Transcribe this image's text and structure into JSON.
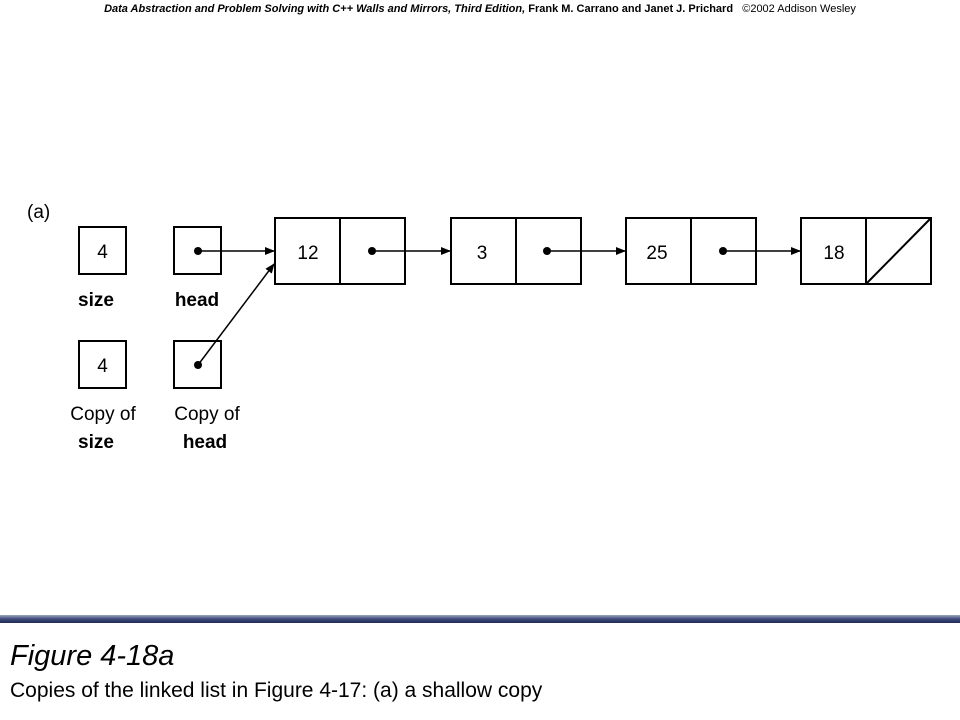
{
  "header": {
    "book_title": "Data Abstraction  and Problem Solving with C++ Walls and Mirrors, Third Edition,",
    "authors": "Frank M. Carrano  and Janet J. Prichard",
    "copyright": "©2002  Addison Wesley"
  },
  "diagram": {
    "part_label": "(a)",
    "size_value": "4",
    "size_label": "size",
    "head_label": "head",
    "copy_size_value": "4",
    "copy_size_label_line1": "Copy of",
    "copy_size_label_line2": "size",
    "copy_head_label_line1": "Copy of",
    "copy_head_label_line2": "head",
    "nodes": [
      "12",
      "3",
      "25",
      "18"
    ]
  },
  "figure": {
    "title": "Figure 4-18a",
    "caption": "Copies of the linked list in Figure 4-17: (a) a shallow copy"
  },
  "colors": {
    "bar_dark": "#1f2a55",
    "bar_light": "#9aa6bf"
  }
}
